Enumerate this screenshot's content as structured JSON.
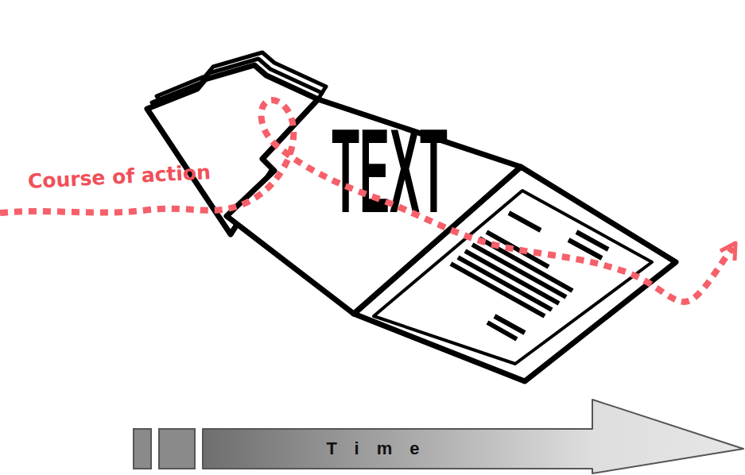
{
  "diagram": {
    "nodes": [
      {
        "text": [
          "TEXT"
        ]
      },
      {
        "text": [
          "Time"
        ]
      }
    ],
    "labels": [
      "Course of action"
    ]
  }
}
